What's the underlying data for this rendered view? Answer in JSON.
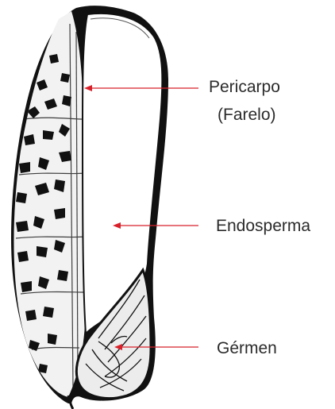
{
  "labels": {
    "pericarp_line1": "Pericarpo",
    "pericarp_line2": "(Farelo)",
    "endosperm": "Endosperma",
    "germ": "Gérmen"
  },
  "colors": {
    "arrow": "#d8202a",
    "ink": "#111111",
    "text": "#2b2b2b",
    "background": "#ffffff"
  }
}
